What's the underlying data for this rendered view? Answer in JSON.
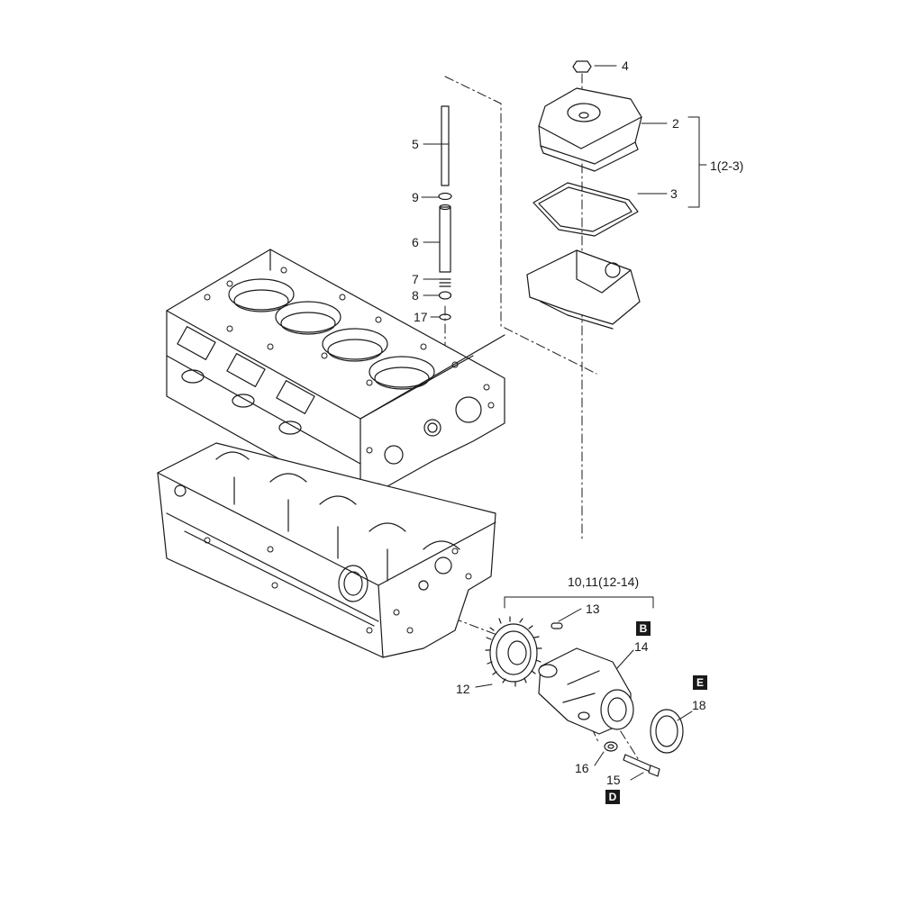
{
  "diagram": {
    "callouts": {
      "c1": "1(2-3)",
      "c2": "2",
      "c3": "3",
      "c4": "4",
      "c5": "5",
      "c6": "6",
      "c7": "7",
      "c8": "8",
      "c9": "9",
      "c10": "10,11(12-14)",
      "c12": "12",
      "c13": "13",
      "c14": "14",
      "c15": "15",
      "c16": "16",
      "c17": "17",
      "c18": "18"
    },
    "badges": {
      "b": "B",
      "d": "D",
      "e": "E"
    },
    "colors": {
      "line": "#1a1a1a",
      "fill": "#ffffff",
      "badge": "#1a1a1a"
    }
  }
}
